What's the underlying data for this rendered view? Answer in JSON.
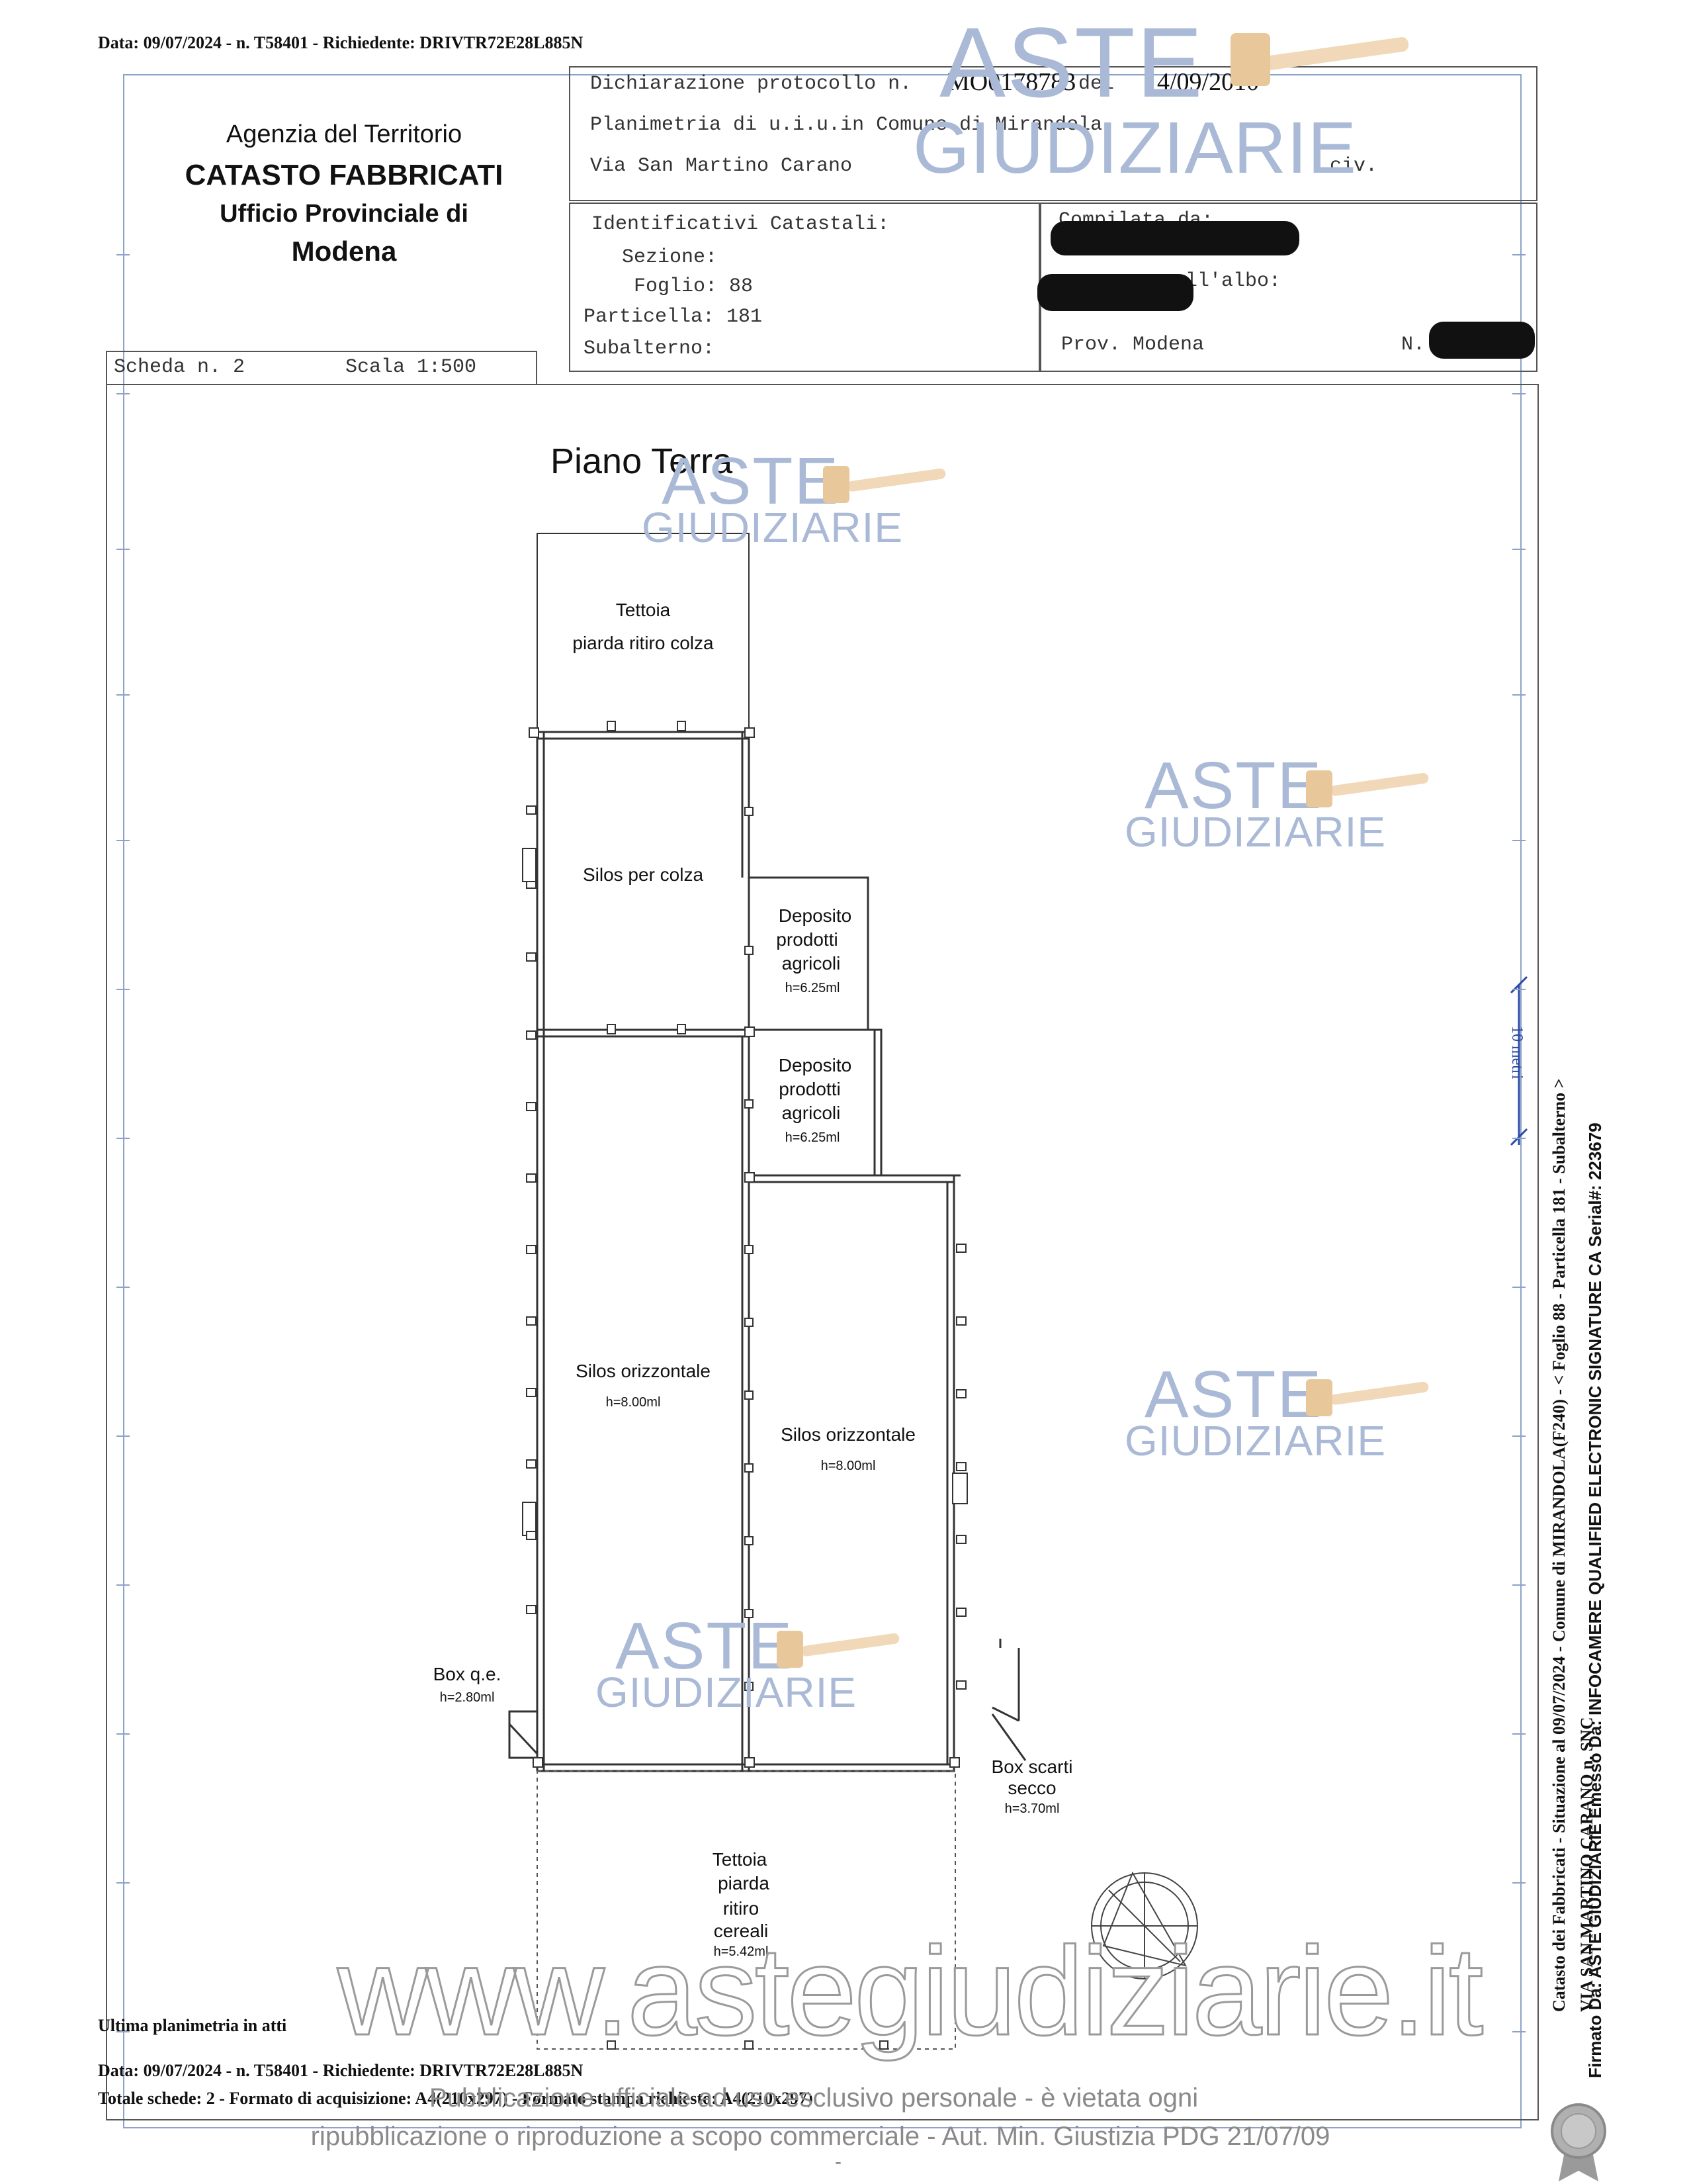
{
  "header_meta": {
    "top": "Data: 09/07/2024 - n. T58401 - Richiedente: DRIVTR72E28L885N"
  },
  "agency": {
    "line1": "Agenzia del Territorio",
    "line2": "CATASTO FABBRICATI",
    "line3": "Ufficio Provinciale di",
    "line4": "Modena"
  },
  "declaration": {
    "prefix": "Dichiarazione protocollo n.",
    "number": "MO0178783",
    "del_label": "del",
    "date": "14/09/2010",
    "planimetria": "Planimetria di u.i.u.in Comune di Mirandola",
    "via": "Via San Martino Carano",
    "civ": "civ."
  },
  "identifiers": {
    "title": "Identificativi Catastali:",
    "sezione": "Sezione:",
    "foglio": "Foglio: 88",
    "particella": "Particella: 181",
    "subalterno": "Subalterno:"
  },
  "compilato": {
    "label1": "Compilata da:",
    "label2": "ll'albo:",
    "prov": "Prov. Modena",
    "n": "N."
  },
  "scheda": {
    "label": "Scheda n. 2",
    "scala": "Scala 1:500"
  },
  "plan": {
    "floor": "Piano Terra",
    "tettoia_top_1": "Tettoia",
    "tettoia_top_2": "piarda ritiro colza",
    "silos_colza": "Silos per colza",
    "deposito1_1": "Deposito",
    "deposito1_2": "prodotti",
    "deposito1_3": "agricoli",
    "deposito1_h": "h=6.25ml",
    "deposito2_1": "Deposito",
    "deposito2_2": "prodotti",
    "deposito2_3": "agricoli",
    "deposito2_h": "h=6.25ml",
    "silos_orizz_left": "Silos orizzontale",
    "silos_orizz_left_h": "h=8.00ml",
    "silos_orizz_right": "Silos orizzontale",
    "silos_orizz_right_h": "h=8.00ml",
    "box_qe": "Box q.e.",
    "box_qe_h": "h=2.80ml",
    "box_scarti_1": "Box scarti",
    "box_scarti_2": "secco",
    "box_scarti_h": "h=3.70ml",
    "tettoia_bot_1": "Tettoia",
    "tettoia_bot_2": "piarda",
    "tettoia_bot_3": "ritiro",
    "tettoia_bot_4": "cereali",
    "tettoia_bot_h": "h=5.42ml",
    "scale_bar": "10 metri"
  },
  "watermarks": {
    "aste": "ASTE",
    "giudiziarie": "GIUDIZIARIE",
    "url": "www.astegiudiziarie.it"
  },
  "footer": {
    "ultima": "Ultima planimetria in atti",
    "data": "Data: 09/07/2024 - n. T58401 - Richiedente: DRIVTR72E28L885N",
    "totale": "Totale schede: 2 - Formato di acquisizione: A4(210x297) - Formato stampa richiesto: A4(210x297)",
    "notice1": "Pubblicazione ufficiale ad uso esclusivo personale - è vietata ogni",
    "notice2": "ripubblicazione o riproduzione a scopo commerciale - Aut. Min. Giustizia PDG 21/07/09",
    "dash": "-"
  },
  "side": {
    "line1": "Catasto dei Fabbricati - Situazione al 09/07/2024 - Comune di MIRANDOLA(F240) - < Foglio 88 - Particella 181 - Subalterno >",
    "line2": "VIA SAN MARTINO CARANO n. SNC",
    "line3": "Firmato Da: ASTE GIUDIZIARIE Emesso Da: INFOCAMERE QUALIFIED ELECTRONIC SIGNATURE CA Serial#: 223679"
  }
}
